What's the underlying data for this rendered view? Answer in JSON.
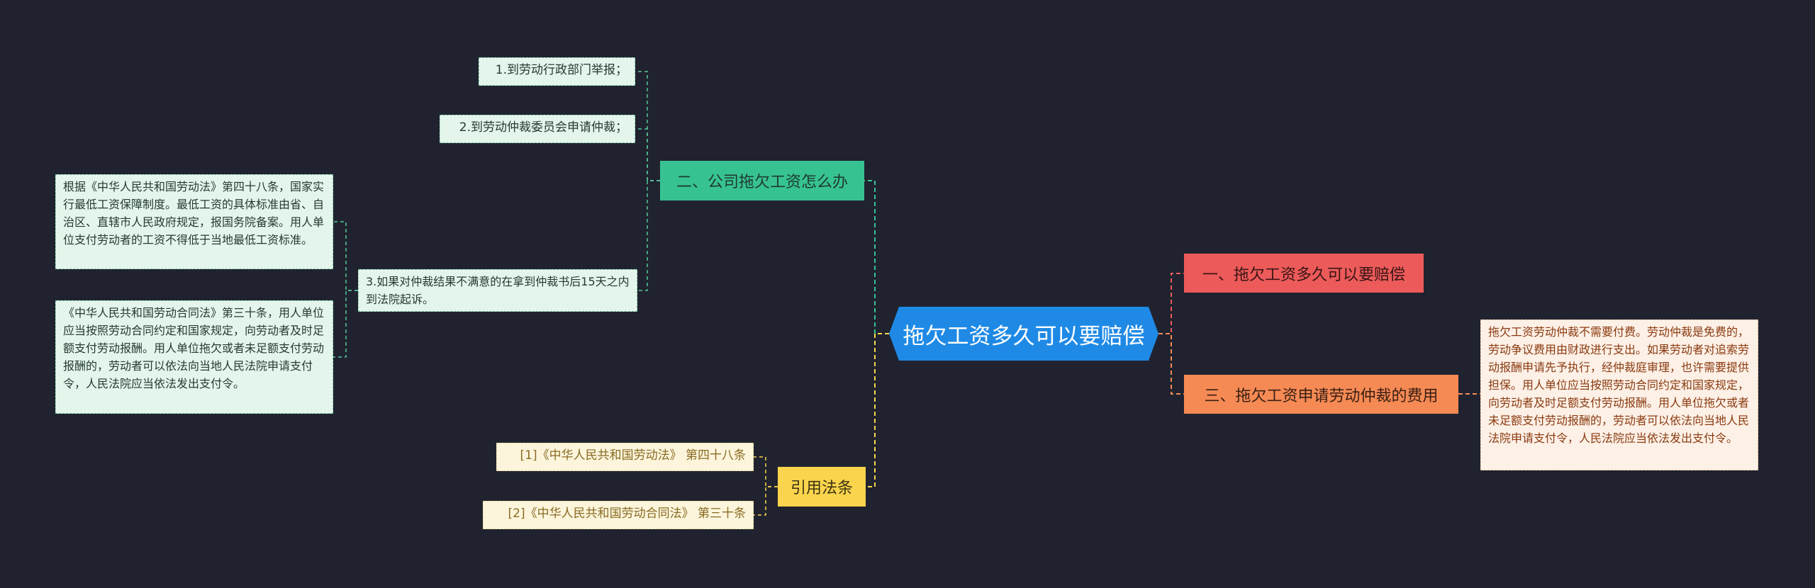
{
  "root": {
    "label": "拖欠工资多久可以要赔偿",
    "color": "#1f8ae6"
  },
  "branches": {
    "green": {
      "label": "二、公司拖欠工资怎么办",
      "color": "#37c391",
      "items": {
        "item1": "1.到劳动行政部门举报；",
        "item2": "2.到劳动仲裁委员会申请仲裁；",
        "item3": "3.如果对仲裁结果不满意的在拿到仲裁书后15天之内到法院起诉。",
        "note_a": "根据《中华人民共和国劳动法》第四十八条，国家实行最低工资保障制度。最低工资的具体标准由省、自治区、直辖市人民政府规定，报国务院备案。用人单位支付劳动者的工资不得低于当地最低工资标准。",
        "note_b": "《中华人民共和国劳动合同法》第三十条，用人单位应当按照劳动合同约定和国家规定，向劳动者及时足额支付劳动报酬。用人单位拖欠或者未足额支付劳动报酬的，劳动者可以依法向当地人民法院申请支付令，人民法院应当依法发出支付令。"
      }
    },
    "red": {
      "label": "一、拖欠工资多久可以要赔偿",
      "color": "#ec5a5a"
    },
    "orange": {
      "label": "三、拖欠工资申请劳动仲裁的费用",
      "color": "#f58a55",
      "detail": "拖欠工资劳动仲裁不需要付费。劳动仲裁是免费的，劳动争议费用由财政进行支出。如果劳动者对追索劳动报酬申请先予执行，经仲裁庭审理，也许需要提供担保。用人单位应当按照劳动合同约定和国家规定，向劳动者及时足额支付劳动报酬。用人单位拖欠或者未足额支付劳动报酬的，劳动者可以依法向当地人民法院申请支付令，人民法院应当依法发出支付令。"
    },
    "yellow": {
      "label": "引用法条",
      "color": "#f9d44c",
      "items": {
        "law1": "[1]《中华人民共和国劳动法》 第四十八条",
        "law2": "[2]《中华人民共和国劳动合同法》 第三十条"
      }
    }
  },
  "edge_colors": {
    "green": "#37c391",
    "red": "#ec5a5a",
    "orange": "#f58a55",
    "yellow": "#f9d44c",
    "leaf_green": "#56c79a"
  }
}
